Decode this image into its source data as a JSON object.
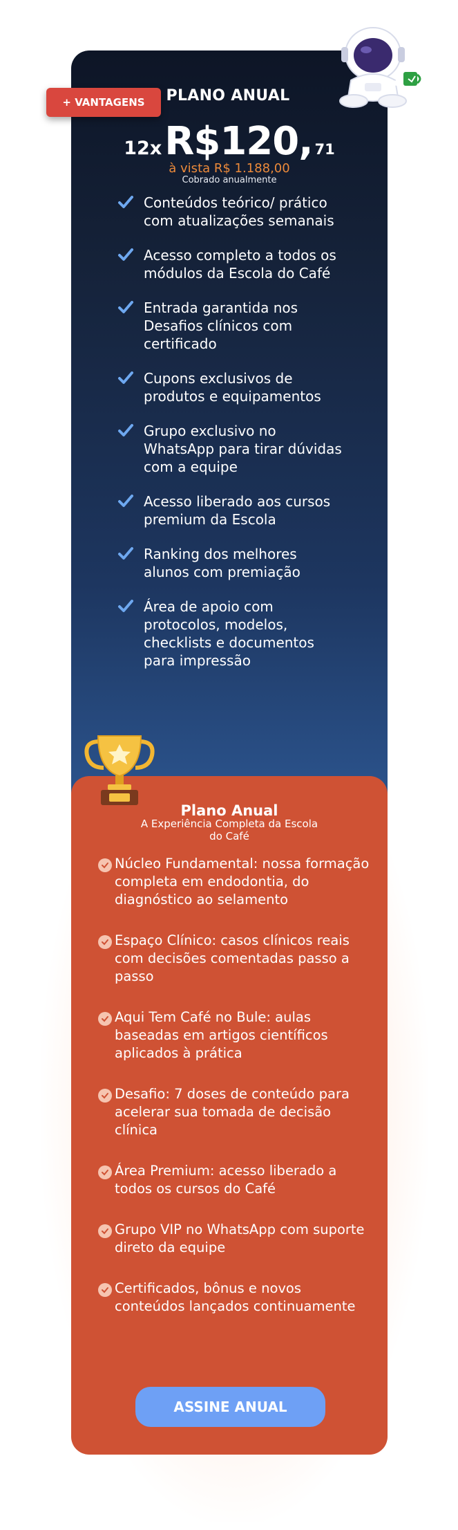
{
  "badge": "+ VANTAGENS",
  "plan_title": "PLANO ANUAL",
  "price": {
    "prefix": "12x",
    "main": "R$120,",
    "cents": "71"
  },
  "avista": "à vista R$ 1.188,00",
  "billing_note": "Cobrado anualmente",
  "features": [
    "Conteúdos teórico/ prático com atualizações semanais",
    "Acesso completo a todos os módulos da Escola do Café",
    "Entrada garantida nos Desafios clínicos com certificado",
    "Cupons exclusivos de produtos e equipamentos",
    "Grupo exclusivo no WhatsApp para tirar dúvidas com a equipe",
    "Acesso liberado aos cursos premium da Escola",
    "Ranking dos melhores alunos com premiação",
    "Área de apoio com protocolos, modelos, checklists e documentos para impressão"
  ],
  "annual": {
    "title": "Plano Anual",
    "subtitle": "A Experiência Completa da Escola do Café",
    "benefits": [
      "Núcleo Fundamental: nossa formação completa em endodontia, do diagnóstico ao selamento",
      "Espaço Clínico: casos clínicos reais com decisões comentadas passo a passo",
      "Aqui Tem Café no Bule: aulas baseadas em artigos científicos aplicados à prática",
      "Desafio: 7 doses de conteúdo para acelerar sua tomada de decisão clínica",
      "Área Premium: acesso liberado a todos os cursos do Café",
      "Grupo VIP no WhatsApp com suporte direto da equipe",
      "Certificados, bônus e novos conteúdos lançados continuamente"
    ],
    "cta": "ASSINE ANUAL"
  },
  "colors": {
    "accent_orange": "#cf5234",
    "badge_red": "#d9473e",
    "check_blue": "#6ea8f0",
    "cta_blue": "#6ea0f5",
    "price_orange": "#ec8a3a"
  },
  "icons": {
    "features": "check-icon",
    "benefits": "check-circle-icon",
    "trophy": "trophy-icon",
    "mascot": "astronaut-icon"
  }
}
